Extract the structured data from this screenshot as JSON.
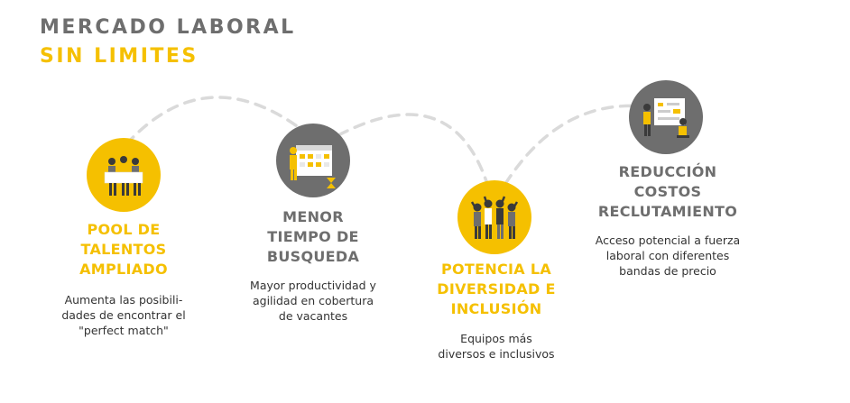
{
  "header": {
    "title_line1": "MERCADO LABORAL",
    "title_line2": "SIN LIMITES"
  },
  "colors": {
    "accent": "#F5C000",
    "dark_gray": "#6E6E6E",
    "text_dark": "#333333",
    "dash": "#DADADA"
  },
  "items": [
    {
      "title_lines": [
        "POOL DE",
        "TALENTOS",
        "AMPLIADO"
      ],
      "desc_lines": [
        "Aumenta las posibili-",
        "dades de encontrar el",
        "\"perfect match\""
      ],
      "circle_color": "accent",
      "title_color": "accent",
      "icon": "team-holding-sign-icon"
    },
    {
      "title_lines": [
        "MENOR",
        "TIEMPO DE",
        "BUSQUEDA"
      ],
      "desc_lines": [
        "Mayor productividad y",
        "agilidad en cobertura",
        "de vacantes"
      ],
      "circle_color": "dark_gray",
      "title_color": "dark_gray",
      "icon": "calendar-hourglass-icon"
    },
    {
      "title_lines": [
        "POTENCIA LA",
        "DIVERSIDAD E",
        "INCLUSIÓN"
      ],
      "desc_lines": [
        "Equipos más",
        "diversos e inclusivos"
      ],
      "circle_color": "accent",
      "title_color": "accent",
      "icon": "diverse-group-icon"
    },
    {
      "title_lines": [
        "REDUCCIÓN",
        "COSTOS",
        "RECLUTAMIENTO"
      ],
      "desc_lines": [
        "Acceso potencial a fuerza",
        "laboral con diferentes",
        "bandas de precio"
      ],
      "circle_color": "dark_gray",
      "title_color": "dark_gray",
      "icon": "presentation-board-icon"
    }
  ]
}
